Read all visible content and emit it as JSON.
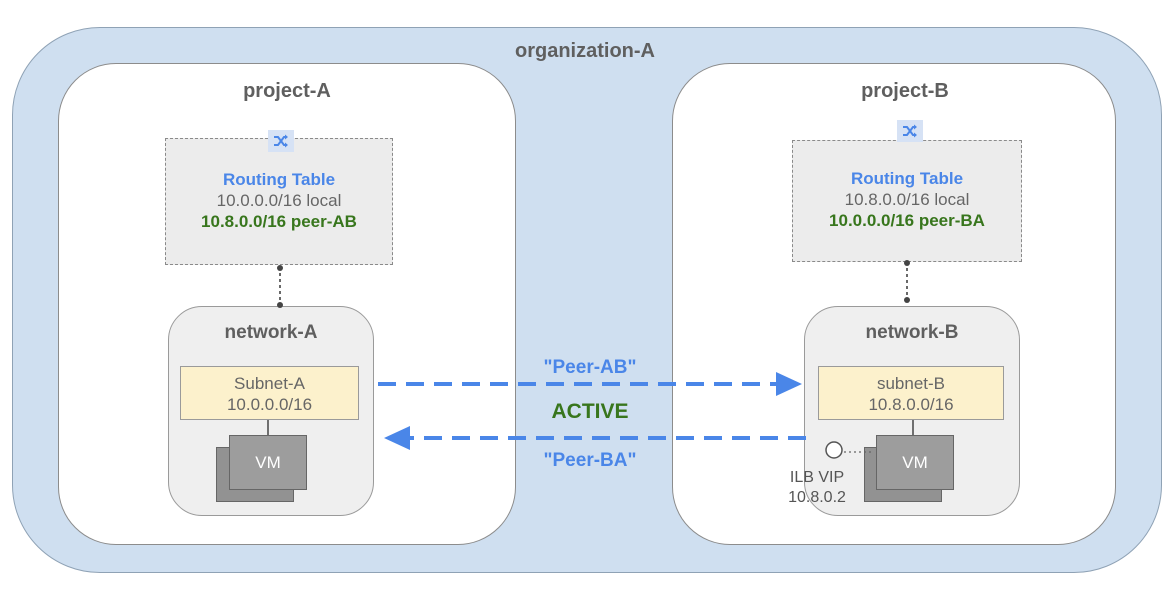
{
  "organization": {
    "label": "organization-A"
  },
  "project_a": {
    "label": "project-A",
    "routing_table": {
      "icon": "shuffle-icon",
      "title": "Routing Table",
      "local_route": "10.0.0.0/16 local",
      "peer_route": "10.8.0.0/16 peer-AB"
    },
    "network": {
      "label": "network-A",
      "subnet_name": "Subnet-A",
      "subnet_cidr": "10.0.0.0/16",
      "vm_label": "VM"
    }
  },
  "project_b": {
    "label": "project-B",
    "routing_table": {
      "icon": "shuffle-icon",
      "title": "Routing Table",
      "local_route": "10.8.0.0/16 local",
      "peer_route": "10.0.0.0/16 peer-BA"
    },
    "network": {
      "label": "network-B",
      "subnet_name": "subnet-B",
      "subnet_cidr": "10.8.0.0/16",
      "vm_label": "VM",
      "ilb_label": "ILB VIP",
      "ilb_ip": "10.8.0.2"
    }
  },
  "peering": {
    "ab_label": "\"Peer-AB\"",
    "ba_label": "\"Peer-BA\"",
    "status": "ACTIVE"
  },
  "colors": {
    "accent_blue": "#4a86e8",
    "active_green": "#38761d",
    "org_bg": "#cfdff0"
  }
}
